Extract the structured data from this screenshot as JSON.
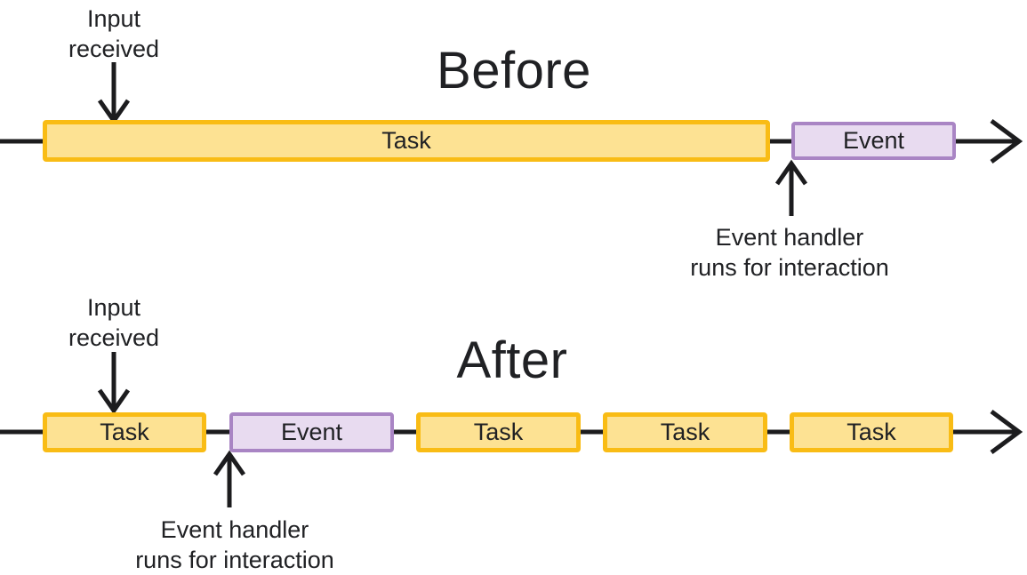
{
  "colors": {
    "task_fill": "#FDE293",
    "task_border": "#F9BC15",
    "event_fill": "#E8DBF0",
    "event_border": "#A985C4",
    "line": "#1C1C1E",
    "text": "#202124",
    "background": "#FFFFFF"
  },
  "before": {
    "title": "Before",
    "input_annotation": "Input\nreceived",
    "bars": [
      {
        "type": "task",
        "label": "Task"
      },
      {
        "type": "event",
        "label": "Event"
      }
    ],
    "handler_annotation": "Event handler\nruns for interaction"
  },
  "after": {
    "title": "After",
    "input_annotation": "Input\nreceived",
    "bars": [
      {
        "type": "task",
        "label": "Task"
      },
      {
        "type": "event",
        "label": "Event"
      },
      {
        "type": "task",
        "label": "Task"
      },
      {
        "type": "task",
        "label": "Task"
      },
      {
        "type": "task",
        "label": "Task"
      }
    ],
    "handler_annotation": "Event handler\nruns for interaction"
  }
}
